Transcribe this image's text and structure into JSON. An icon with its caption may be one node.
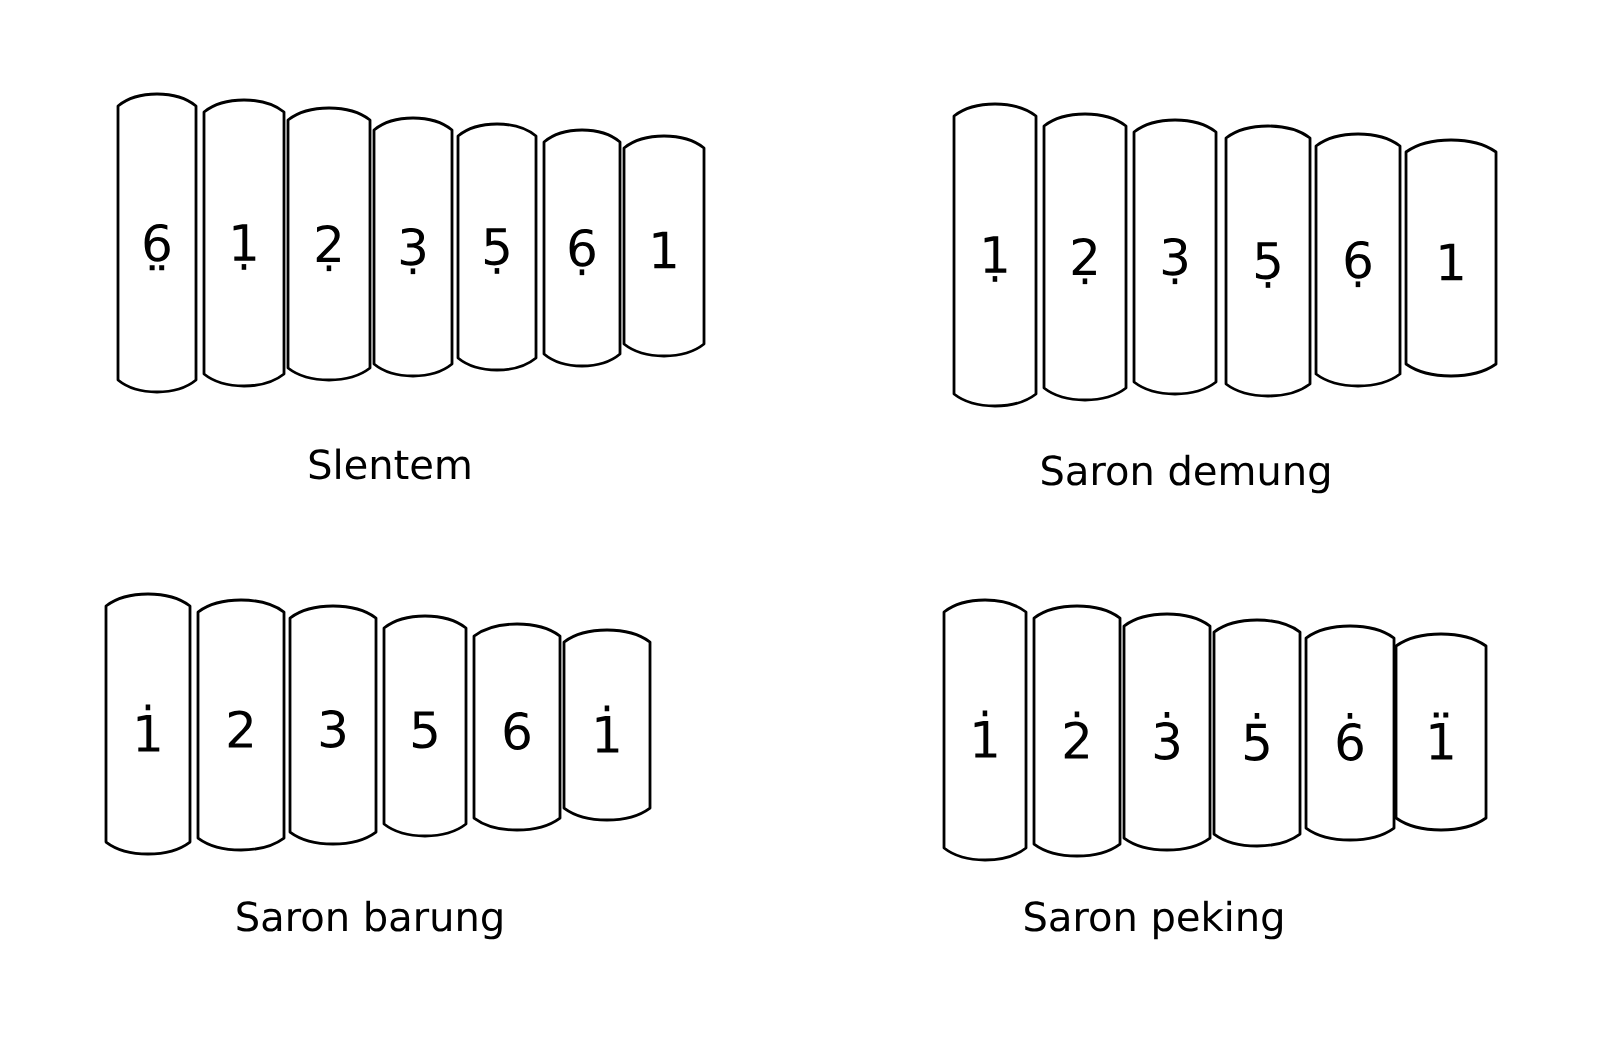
{
  "diagram": {
    "nodes": [
      {
        "text": [
          "6̤"
        ]
      },
      {
        "text": [
          "1̣"
        ]
      },
      {
        "text": [
          "2̣"
        ]
      },
      {
        "text": [
          "3̣"
        ]
      },
      {
        "text": [
          "5̣"
        ]
      },
      {
        "text": [
          "6̣"
        ]
      },
      {
        "text": [
          "1"
        ]
      },
      {
        "text": [
          "1̣"
        ]
      },
      {
        "text": [
          "2̣"
        ]
      },
      {
        "text": [
          "3̣"
        ]
      },
      {
        "text": [
          "5̣"
        ]
      },
      {
        "text": [
          "6̣"
        ]
      },
      {
        "text": [
          "1"
        ]
      },
      {
        "text": [
          "1̇"
        ]
      },
      {
        "text": [
          "2"
        ]
      },
      {
        "text": [
          "3"
        ]
      },
      {
        "text": [
          "5"
        ]
      },
      {
        "text": [
          "6"
        ]
      },
      {
        "text": [
          "1̇"
        ]
      },
      {
        "text": [
          "1̇"
        ]
      },
      {
        "text": [
          "2̇"
        ]
      },
      {
        "text": [
          "3̇"
        ]
      },
      {
        "text": [
          "5̇"
        ]
      },
      {
        "text": [
          "6̇"
        ]
      },
      {
        "text": [
          "1̈"
        ]
      }
    ],
    "labels": [
      "Slentem",
      "Saron demung",
      "Saron barung",
      "Saron peking"
    ]
  }
}
